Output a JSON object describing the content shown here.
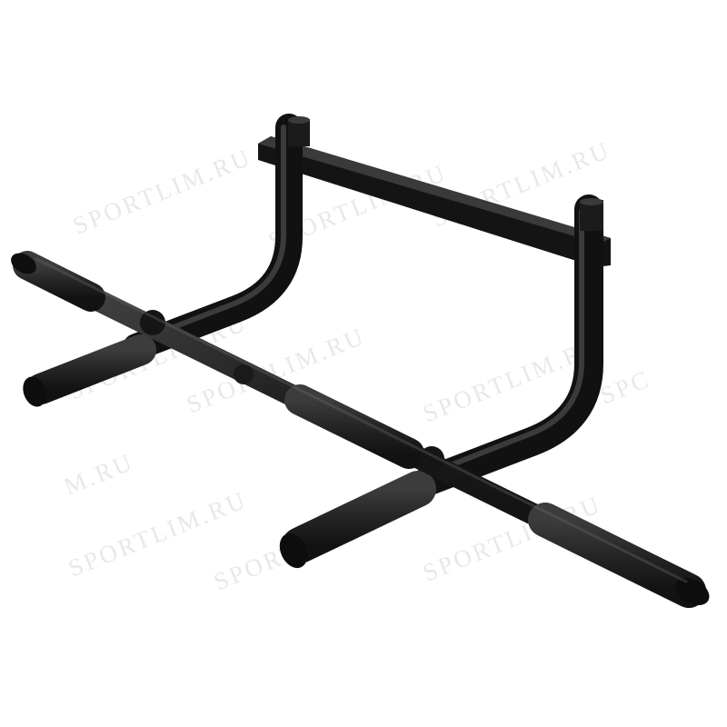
{
  "image": {
    "subject": "doorway pull-up bar",
    "colors": {
      "background": "#ffffff",
      "frame": "#1a1a1a",
      "frame_highlight": "#555555",
      "foam_grip": "#2b2b2b",
      "watermark": "#d6d6d6"
    }
  },
  "watermark": {
    "text": "SPORTLIM.RU",
    "fragments": [
      "SPC",
      "M.RU"
    ]
  }
}
